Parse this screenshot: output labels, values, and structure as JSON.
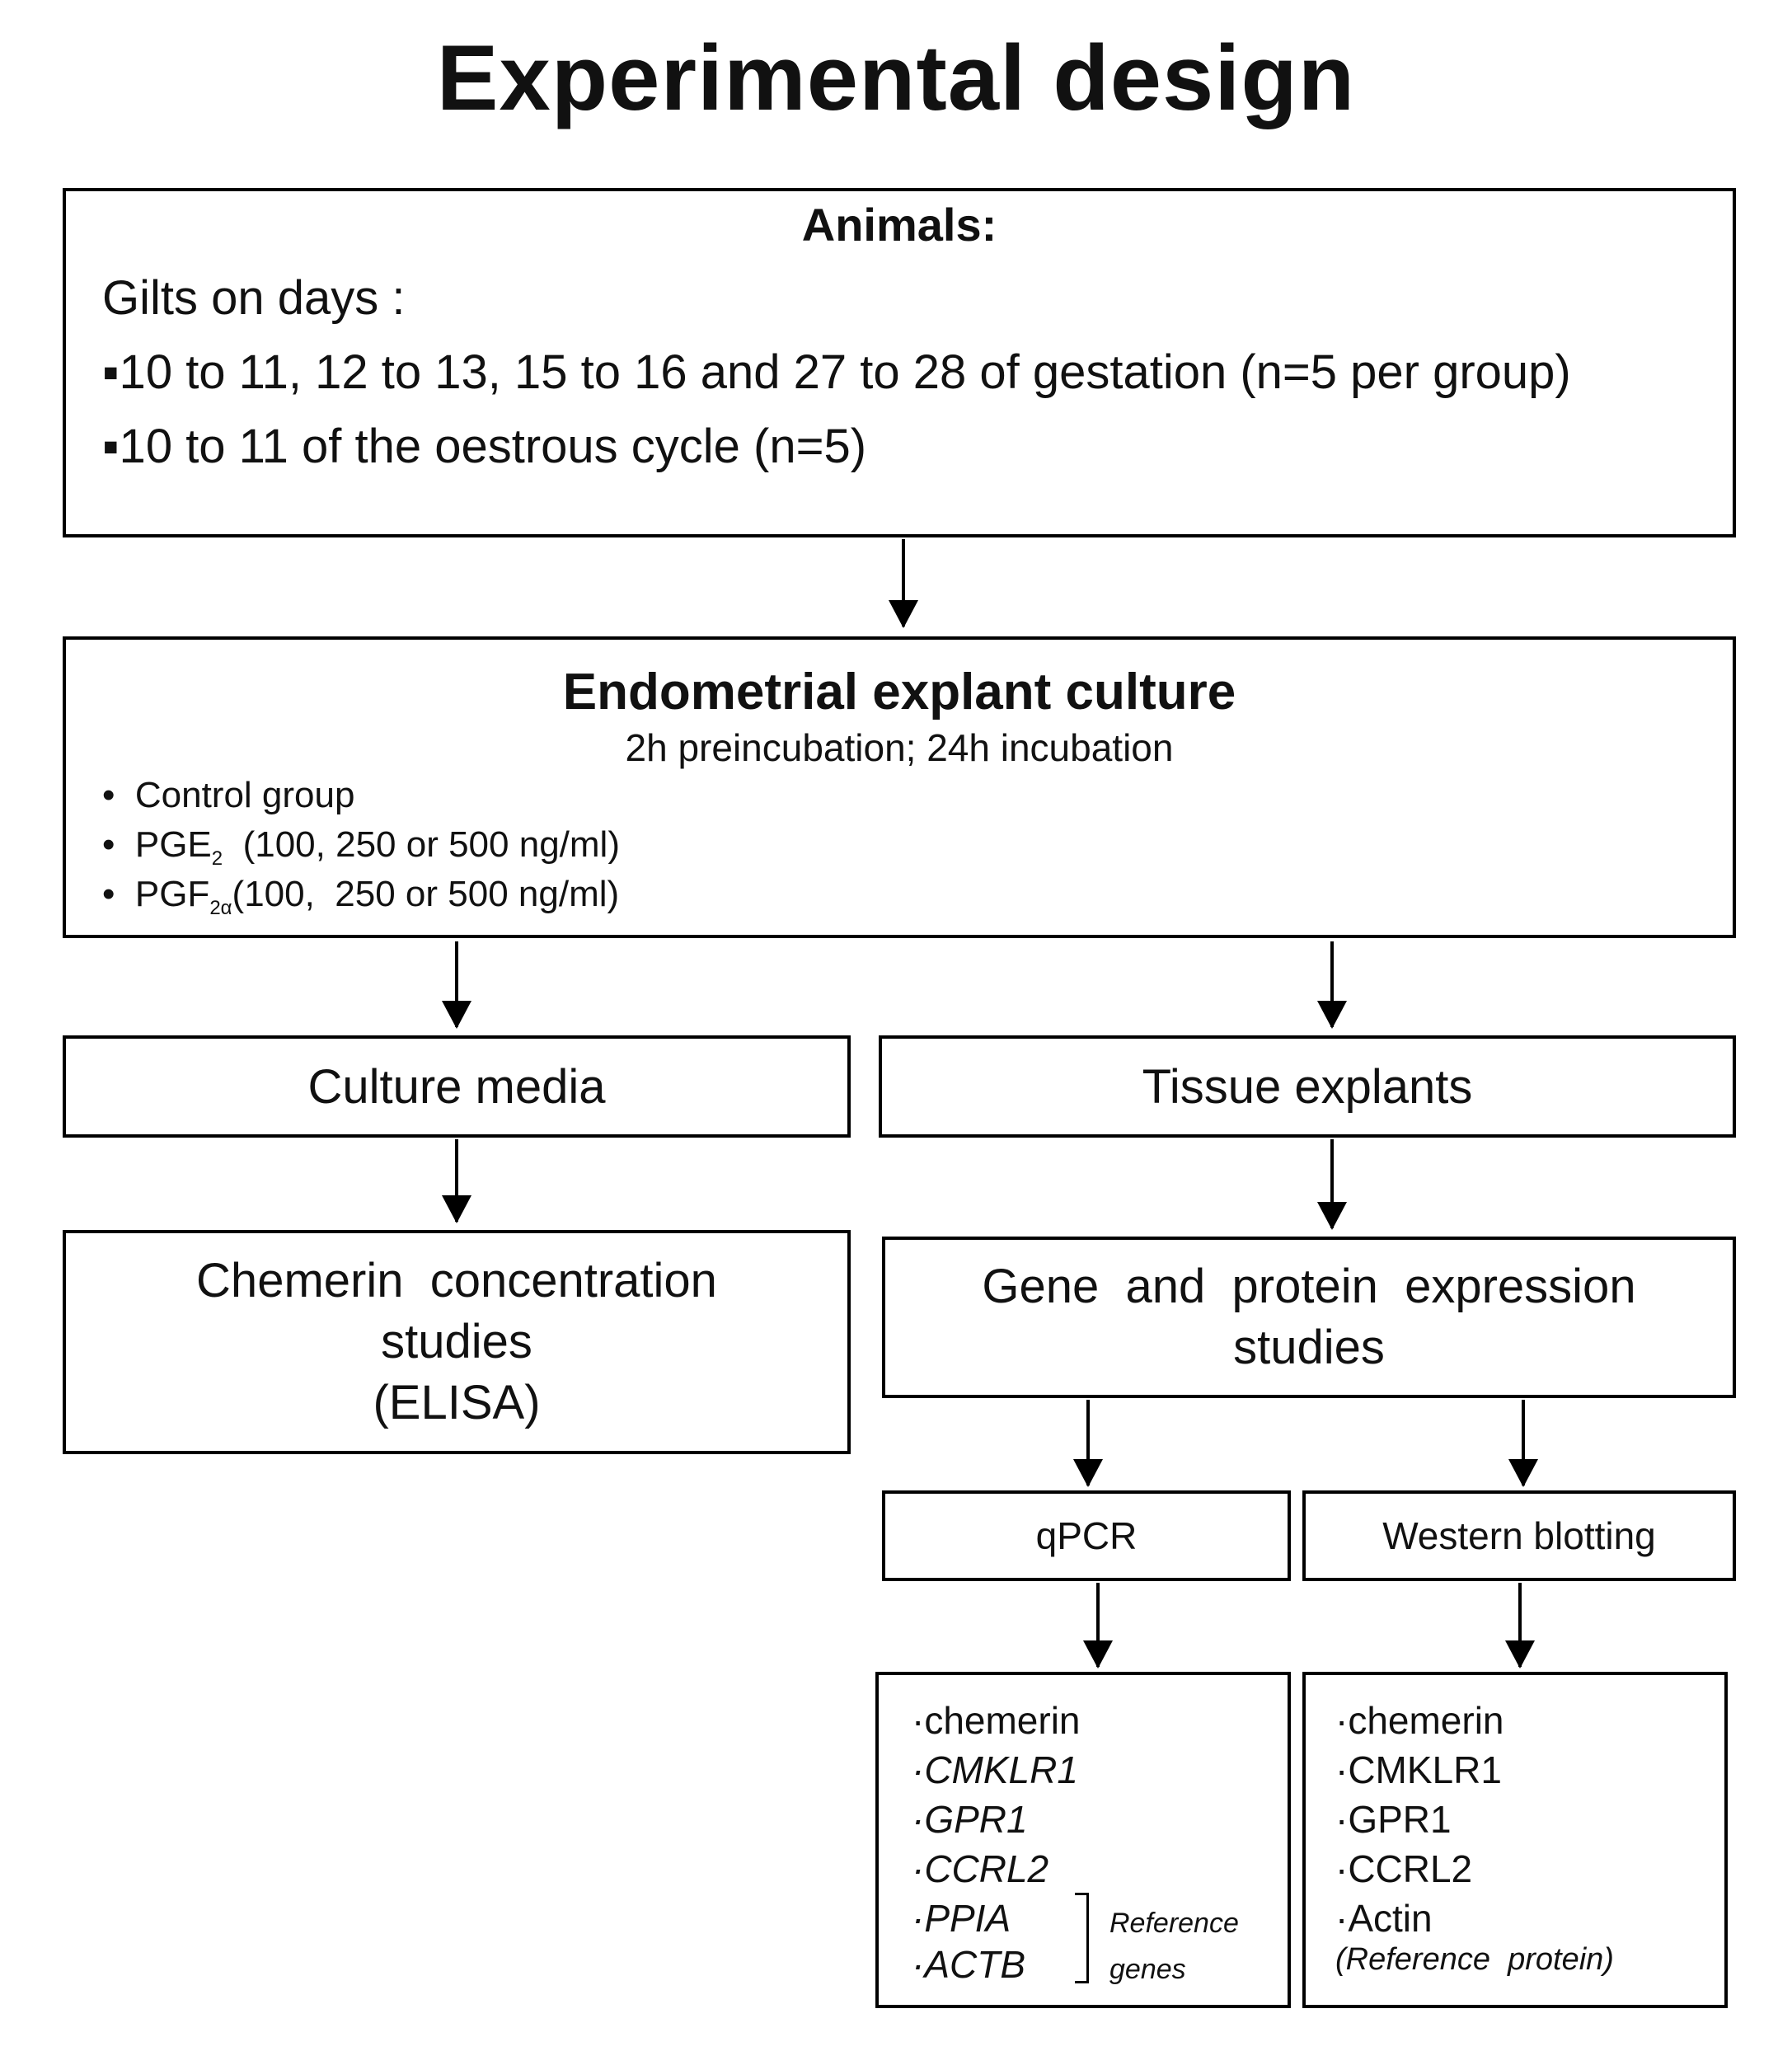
{
  "title": "Experimental design",
  "animals": {
    "heading": "Animals:",
    "intro": "Gilts on days :",
    "items": [
      "▪10 to 11, 12 to 13, 15 to 16 and 27 to 28 of gestation (n=5 per group)",
      "▪10 to 11 of the oestrous cycle (n=5)"
    ]
  },
  "culture": {
    "heading": "Endometrial explant culture",
    "subheading": "2h preincubation; 24h incubation",
    "items": [
      {
        "bullet": "•",
        "prefix": "Control group",
        "sub": "",
        "suffix": ""
      },
      {
        "bullet": "•",
        "prefix": "PGE",
        "sub": "2",
        "suffix": "  (100, 250 or 500 ng/ml)"
      },
      {
        "bullet": "•",
        "prefix": "PGF",
        "sub": "2α",
        "suffix": "(100,  250 or 500 ng/ml)"
      }
    ]
  },
  "culture_media": "Culture media",
  "tissue_explants": "Tissue explants",
  "chemerin_studies": {
    "line1": "Chemerin  concentration",
    "line2": "studies",
    "line3": "(ELISA)"
  },
  "expression_studies": {
    "line1": "Gene  and  protein  expression",
    "line2": "studies"
  },
  "qpcr": "qPCR",
  "western": "Western blotting",
  "qpcr_items": [
    "·chemerin",
    "·CMKLR1",
    "·GPR1",
    "·CCRL2",
    "·PPIA",
    "·ACTB"
  ],
  "qpcr_reference": {
    "line1": "Reference",
    "line2": "genes"
  },
  "wb_items": [
    "·chemerin",
    "·CMKLR1",
    "·GPR1",
    "·CCRL2",
    "·Actin"
  ],
  "wb_reference": "(Reference  protein)"
}
